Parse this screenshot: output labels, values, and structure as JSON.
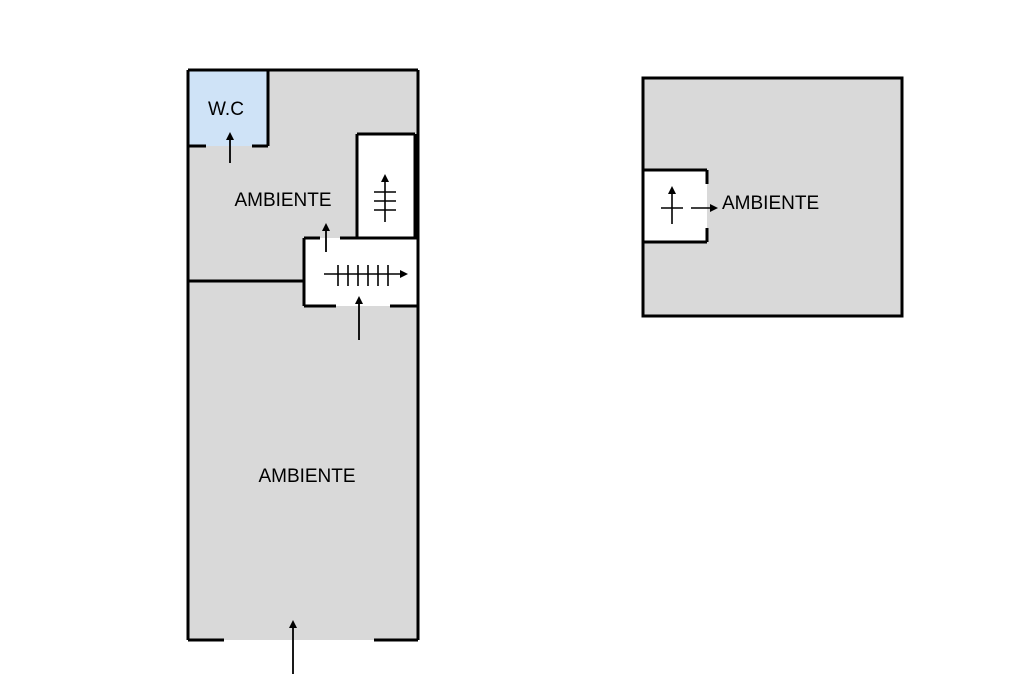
{
  "floor_plans": [
    {
      "rooms": [
        {
          "label": "W.C",
          "color": "#cfe3f7"
        },
        {
          "label": "AMBIENTE",
          "color": "#d9d9d9"
        },
        {
          "label": "AMBIENTE",
          "color": "#d9d9d9"
        }
      ]
    },
    {
      "rooms": [
        {
          "label": "AMBIENTE",
          "color": "#d9d9d9"
        }
      ]
    }
  ],
  "colors": {
    "wall": "#000000",
    "room_fill": "#d9d9d9",
    "wc_fill": "#cfe3f7",
    "background": "#ffffff"
  }
}
